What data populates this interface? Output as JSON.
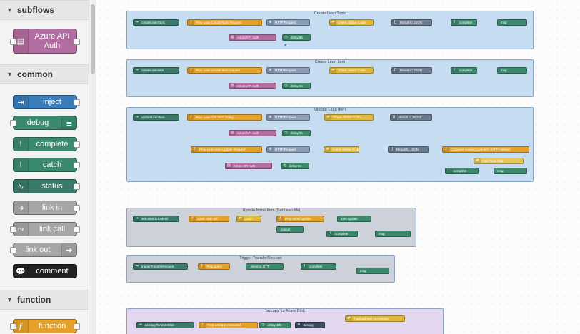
{
  "palette": {
    "categories": {
      "subflows": "subflows",
      "common": "common",
      "function": "function"
    },
    "nodes": {
      "azure_api_auth": "Azure API Auth",
      "inject": "inject",
      "debug": "debug",
      "complete": "complete",
      "catch": "catch",
      "status": "status",
      "link_in": "link in",
      "link_call": "link call",
      "link_out": "link out",
      "comment": "comment",
      "function": "function"
    }
  },
  "flows": {
    "g1": {
      "title": "Create Lean Topic",
      "inject": "createLeanTopic",
      "prep": "Prep Lean CreateTopic Request",
      "http": "HTTP Request",
      "check": "Check Status Code",
      "json": "Result to JSON",
      "complete": "complete",
      "msg": "msg",
      "auth": "Azure API Auth",
      "delay": "delay 5s"
    },
    "g2": {
      "title": "Create Lean Item",
      "inject": "createLeanItem",
      "prep": "Prep Lean Create Item request",
      "http": "HTTP Request",
      "check": "Check Status Code",
      "json": "Result to JSON",
      "complete": "complete",
      "msg": "msg",
      "auth": "Azure API Auth",
      "delay": "delay 5s"
    },
    "g3": {
      "title": "Update Lean Item",
      "inject": "updateLeanItem",
      "prep": "Prep Lean Get Item Query",
      "http": "HTTP Request",
      "check": "Check Status Code",
      "json": "Result to JSON",
      "auth": "Azure API Auth",
      "delay": "delay 5s",
      "prep2": "Prep Lean Item Update Request",
      "http2": "HTTP Request",
      "check2": "Check Status Code",
      "json2": "Result to JSON",
      "compare": "Compare mediaCreatedOn (OTT<>Mimir)",
      "fake": "Fake New Clip",
      "complete": "complete",
      "msg": "msg",
      "auth2": "Azure API Auth",
      "delay2": "delay 5s"
    },
    "g4": {
      "title": "Update Mimir Item (Set Lean Ids)",
      "inject": "setLeanIdsToMimir",
      "save": "Save Lean Ids",
      "catch": "catch",
      "prep": "Prep mimir update",
      "item_update": "Item update",
      "cancel": "cancel",
      "complete": "complete",
      "msg": "msg"
    },
    "g5": {
      "title": "Trigger TransferRequest",
      "inject": "triggerTransferRequest",
      "prep": "Prep query",
      "send": "Send to OTT",
      "complete": "complete",
      "msg": "msg"
    },
    "g6": {
      "title": "\"azcopy\" to Azure Blob",
      "inject": "azCopyToAzureBlob",
      "prep": "Prep azCopy command",
      "delay": "delay 30s",
      "azcopy": "azcopy",
      "upload": "if upload was successful"
    }
  },
  "colors": {
    "palette_bg": "#f3f3f3",
    "inject": "#3a7db8",
    "debug": "#3c8a6e",
    "status": "#3a7a6a",
    "link": "#a6a6a6",
    "comment": "#222222",
    "function": "#e4a22a",
    "subflow": "#b16d9f",
    "http": "#8c9db5",
    "switch": "#e0b93a",
    "json": "#6c7b8f",
    "group_blue": "#c6dcf0",
    "group_grey": "#cdd2da",
    "group_violet": "#e2d7ee"
  }
}
